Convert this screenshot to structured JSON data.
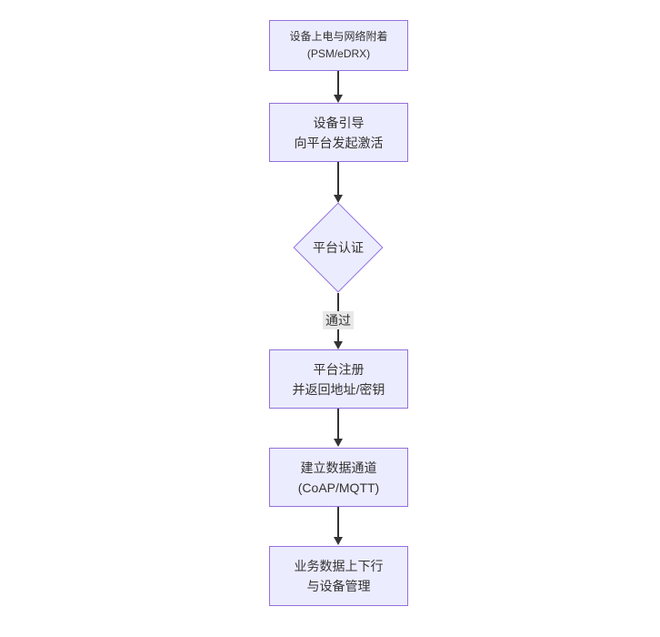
{
  "diagram": {
    "type": "flowchart",
    "direction": "top-down",
    "colors": {
      "node_fill": "#ECECFF",
      "node_border": "#9370DB",
      "text": "#333333",
      "arrow": "#333333",
      "edge_label_bg": "#e8e8e8",
      "background": "#ffffff"
    },
    "nodes": [
      {
        "id": "device-power-on",
        "shape": "rect",
        "lines": [
          "设备上电与网络附着",
          "(PSM/eDRX)"
        ]
      },
      {
        "id": "device-bootstrap",
        "shape": "rect",
        "lines": [
          "设备引导",
          "向平台发起激活"
        ]
      },
      {
        "id": "platform-auth",
        "shape": "diamond",
        "lines": [
          "平台认证"
        ]
      },
      {
        "id": "platform-register",
        "shape": "rect",
        "lines": [
          "平台注册",
          "并返回地址/密钥"
        ]
      },
      {
        "id": "data-channel",
        "shape": "rect",
        "lines": [
          "建立数据通道",
          "(CoAP/MQTT)"
        ]
      },
      {
        "id": "business-data",
        "shape": "rect",
        "lines": [
          "业务数据上下行",
          "与设备管理"
        ]
      }
    ],
    "edges": [
      {
        "from": "device-power-on",
        "to": "device-bootstrap",
        "label": ""
      },
      {
        "from": "device-bootstrap",
        "to": "platform-auth",
        "label": ""
      },
      {
        "from": "platform-auth",
        "to": "platform-register",
        "label": "通过"
      },
      {
        "from": "platform-register",
        "to": "data-channel",
        "label": ""
      },
      {
        "from": "data-channel",
        "to": "business-data",
        "label": ""
      }
    ]
  }
}
